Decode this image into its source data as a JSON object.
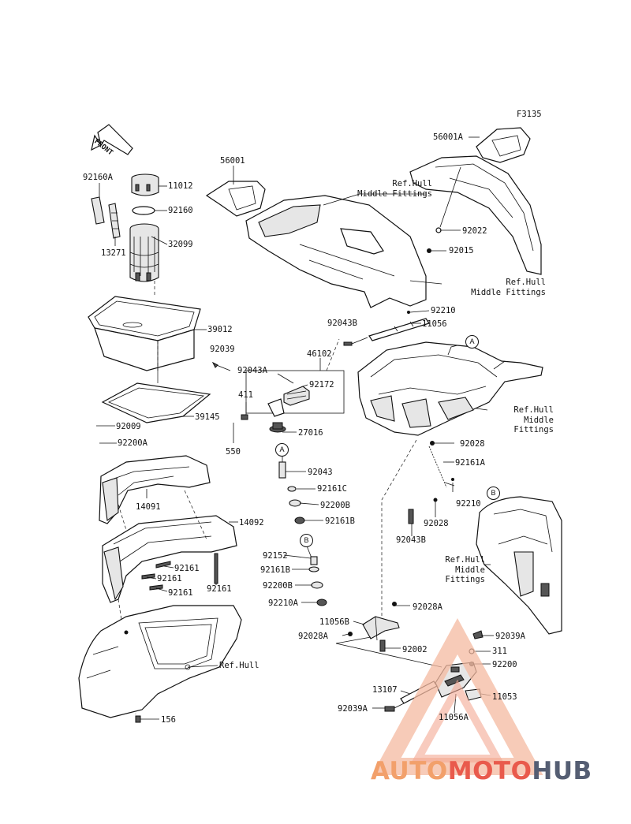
{
  "diagram": {
    "code": "F3135",
    "front_marker": "FRONT",
    "callouts": {
      "a": "A",
      "b": "B"
    },
    "labels": {
      "p11012": "11012",
      "p92160A": "92160A",
      "p92160": "92160",
      "p13271": "13271",
      "p32099": "32099",
      "p39012": "39012",
      "p92039": "92039",
      "p39145": "39145",
      "p92009": "92009",
      "p92200A": "92200A",
      "p14091": "14091",
      "p14092": "14092",
      "p92161a": "92161",
      "p92161b": "92161",
      "p92161c": "92161",
      "p92161d": "92161",
      "p156": "156",
      "p56001": "56001",
      "p56001A": "56001A",
      "p92022": "92022",
      "p92015": "92015",
      "p92210a": "92210",
      "p92043B_top": "92043B",
      "p11056": "11056",
      "p46102": "46102",
      "p92043A": "92043A",
      "p92172": "92172",
      "p411": "411",
      "p27016": "27016",
      "p550": "550",
      "p92043": "92043",
      "p92161C": "92161C",
      "p92200B": "92200B",
      "p92161B_1": "92161B",
      "p92152": "92152",
      "p92161B_2": "92161B",
      "p92200B_2": "92200B",
      "p92210A": "92210A",
      "p92028_a": "92028",
      "p92161A": "92161A",
      "p92210b": "92210",
      "p92028_b": "92028",
      "p92043B_bot": "92043B",
      "p11056B": "11056B",
      "p92028A_r": "92028A",
      "p92028A_l": "92028A",
      "p92002": "92002",
      "p92039A_r": "92039A",
      "p311": "311",
      "p92200": "92200",
      "p13107": "13107",
      "p11053": "11053",
      "p92039A_l": "92039A",
      "p11056A": "11056A"
    },
    "refs": {
      "hull1": "Ref.Hull\nMiddle Fittings",
      "hull2": "Ref.Hull\nMiddle Fittings",
      "hull3": "Ref.Hull\nMiddle\nFittings",
      "hull4": "Ref.Hull\nMiddle\nFittings",
      "hull5": "Ref.Hull"
    }
  },
  "watermark": {
    "part1": "AUTO",
    "part2": "MOTO",
    "part3": "HUB",
    "colors": {
      "light": "#f2a06b",
      "red": "#e95a4c",
      "dark": "#555e73"
    }
  }
}
